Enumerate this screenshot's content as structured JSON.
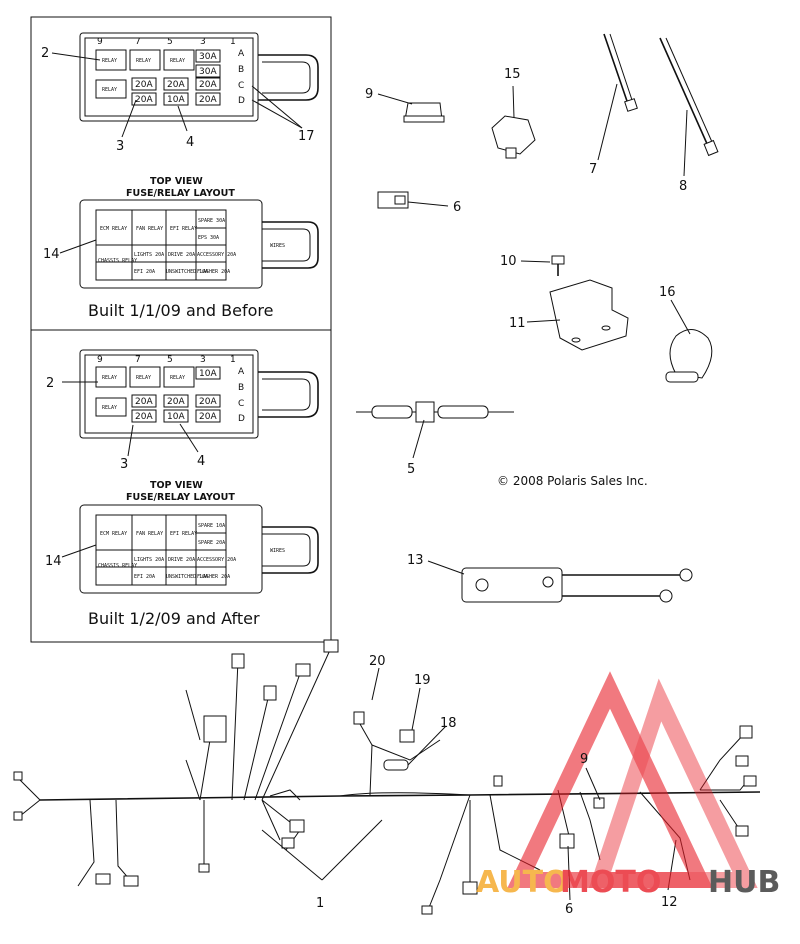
{
  "panels": [
    {
      "caption": "Built 1/1/09 and Before",
      "top_view_title": [
        "TOP VIEW",
        "FUSE/RELAY LAYOUT"
      ],
      "slot_numbers": [
        "9",
        "7",
        "5",
        "3",
        "1"
      ],
      "row_letters": [
        "A",
        "B",
        "C",
        "D"
      ],
      "relay_label": "RELAY",
      "fuses": [
        "30A",
        "30A",
        "20A",
        "20A",
        "20A",
        "20A",
        "10A",
        "20A"
      ],
      "layout_cells": [
        "ECM RELAY",
        "FAN RELAY",
        "EFI RELAY",
        "SPARE 30A",
        "EPS 30A",
        "CHASSIS RELAY",
        "LIGHTS 20A",
        "DRIVE 20A",
        "ACCESSORY 20A",
        "EFI 20A",
        "UNSWITCHED 10A",
        "FLASHER 20A"
      ],
      "wires_label": "WIRES"
    },
    {
      "caption": "Built 1/2/09 and After",
      "top_view_title": [
        "TOP VIEW",
        "FUSE/RELAY LAYOUT"
      ],
      "slot_numbers": [
        "9",
        "7",
        "5",
        "3",
        "1"
      ],
      "row_letters": [
        "A",
        "B",
        "C",
        "D"
      ],
      "relay_label": "RELAY",
      "fuses": [
        "10A",
        "20A",
        "20A",
        "20A",
        "20A",
        "10A",
        "20A"
      ],
      "layout_cells": [
        "ECM RELAY",
        "FAN RELAY",
        "EFI RELAY",
        "SPARE 10A",
        "SPARE 20A",
        "CHASSIS RELAY",
        "LIGHTS 20A",
        "DRIVE 20A",
        "ACCESSORY 20A",
        "EFI 20A",
        "UNSWITCHED 10A",
        "FLASHER 20A"
      ],
      "wires_label": "WIRES"
    }
  ],
  "callouts": {
    "c1": "1",
    "c2a": "2",
    "c2b": "2",
    "c3a": "3",
    "c3b": "3",
    "c4a": "4",
    "c4b": "4",
    "c5": "5",
    "c6a": "6",
    "c6b": "6",
    "c7": "7",
    "c8": "8",
    "c9a": "9",
    "c9b": "9",
    "c10": "10",
    "c11": "11",
    "c12": "12",
    "c13": "13",
    "c14a": "14",
    "c14b": "14",
    "c15": "15",
    "c16": "16",
    "c17": "17",
    "c18": "18",
    "c19": "19",
    "c20": "20"
  },
  "copyright": "© 2008 Polaris Sales Inc.",
  "watermark": {
    "part1": "AUTO",
    "part2": "MOTO",
    "part3": "HUB",
    "color_primary": "#e8202a",
    "color_secondary": "#f5a623",
    "color_dark": "#333333"
  }
}
